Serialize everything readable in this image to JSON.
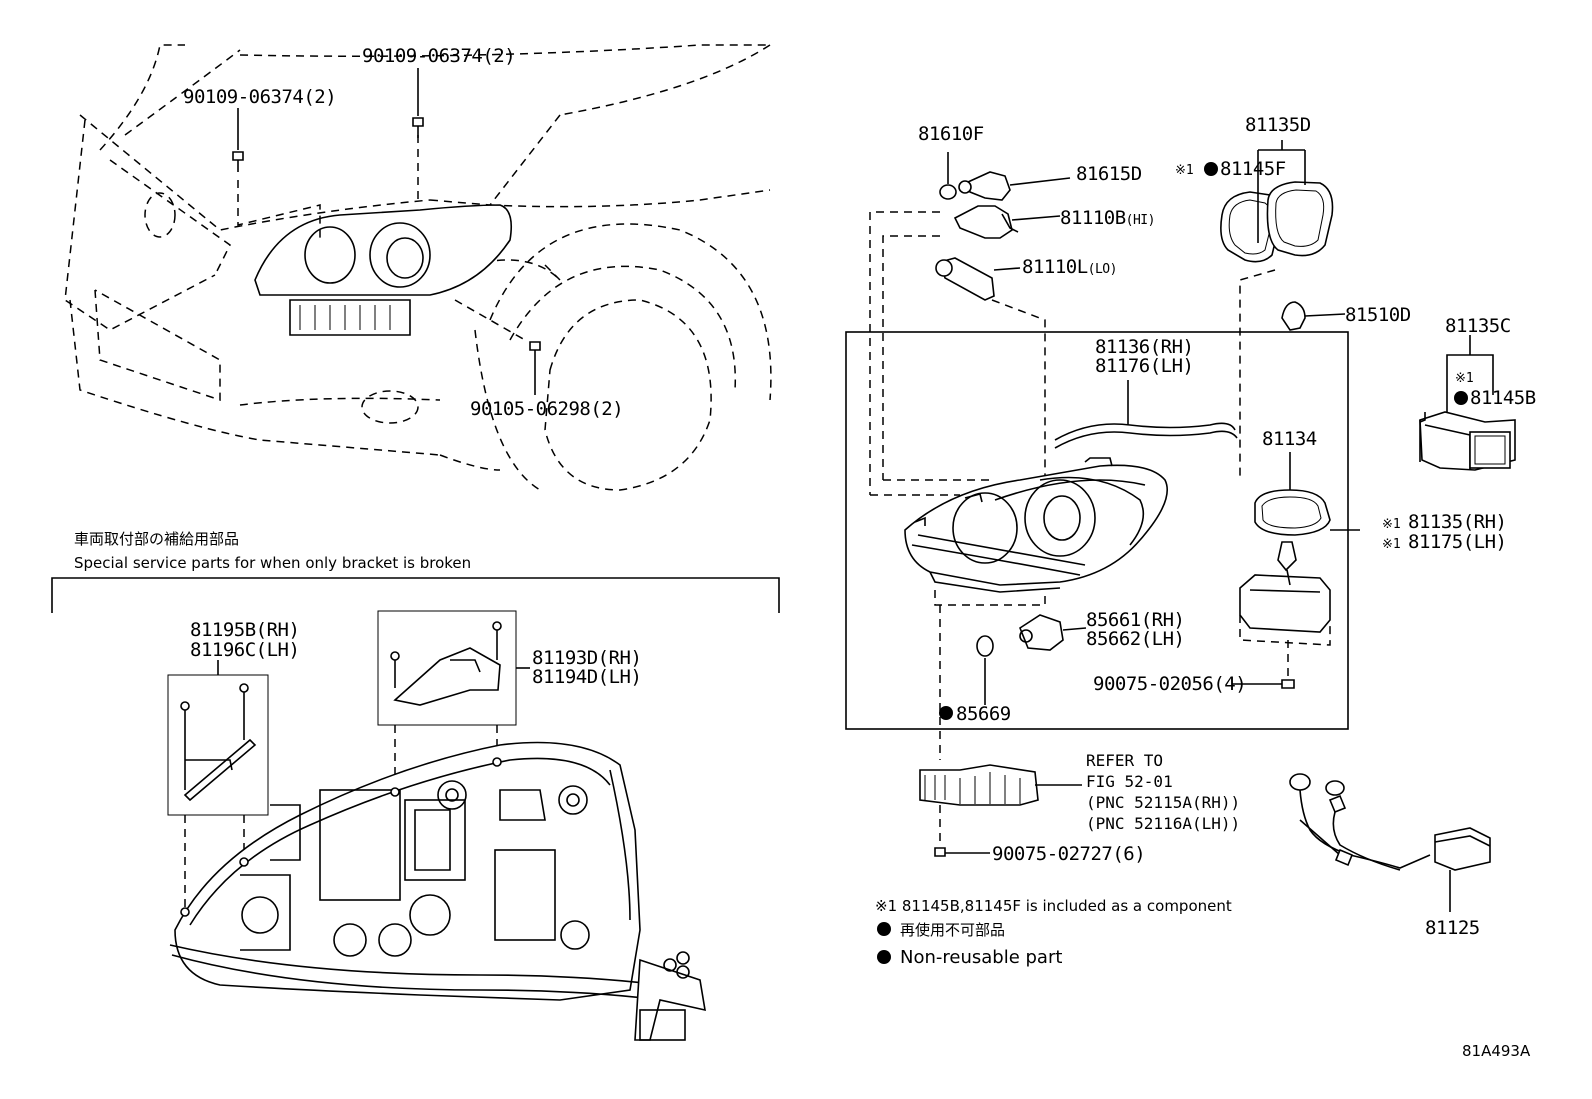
{
  "figure_code": "81A493A",
  "labels": {
    "p90109a": "90109-06374(2)",
    "p90109b": "90109-06374(2)",
    "p90105": "90105-06298(2)",
    "p81610f": "81610F",
    "p81615d": "81615D",
    "p81110b": "81110B",
    "p81110b_suffix": "(HI)",
    "p81110l": "81110L",
    "p81110l_suffix": "(LO)",
    "p81135d": "81135D",
    "p81145f_mark": "※1",
    "p81145f": "81145F",
    "p81510d": "81510D",
    "p81135c": "81135C",
    "p81145b_mark": "※1",
    "p81145b": "81145B",
    "p81136": "81136(RH)",
    "p81176": "81176(LH)",
    "p81134": "81134",
    "p81135_mark": "※1",
    "p81135": "81135(RH)",
    "p81175_mark": "※1",
    "p81175": "81175(LH)",
    "p85661": "85661(RH)",
    "p85662": "85662(LH)",
    "p85669": "85669",
    "p90075a": "90075-02056(4)",
    "p90075b": "90075-02727(6)",
    "p81195b": "81195B(RH)",
    "p81196c": "81196C(LH)",
    "p81193d": "81193D(RH)",
    "p81194d": "81194D(LH)",
    "p81125": "81125"
  },
  "refer": {
    "line1": "REFER TO",
    "line2": "FIG 52-01",
    "line3": "(PNC 52115A(RH))",
    "line4": "(PNC 52116A(LH))"
  },
  "bracket_section": {
    "title_jp": "車両取付部の補給用部品",
    "title_en": "Special service parts for when only bracket is broken"
  },
  "notes": {
    "note1": "※1 81145B,81145F is included as a component",
    "legend_jp": "再使用不可部品",
    "legend_en": "Non-reusable part"
  }
}
